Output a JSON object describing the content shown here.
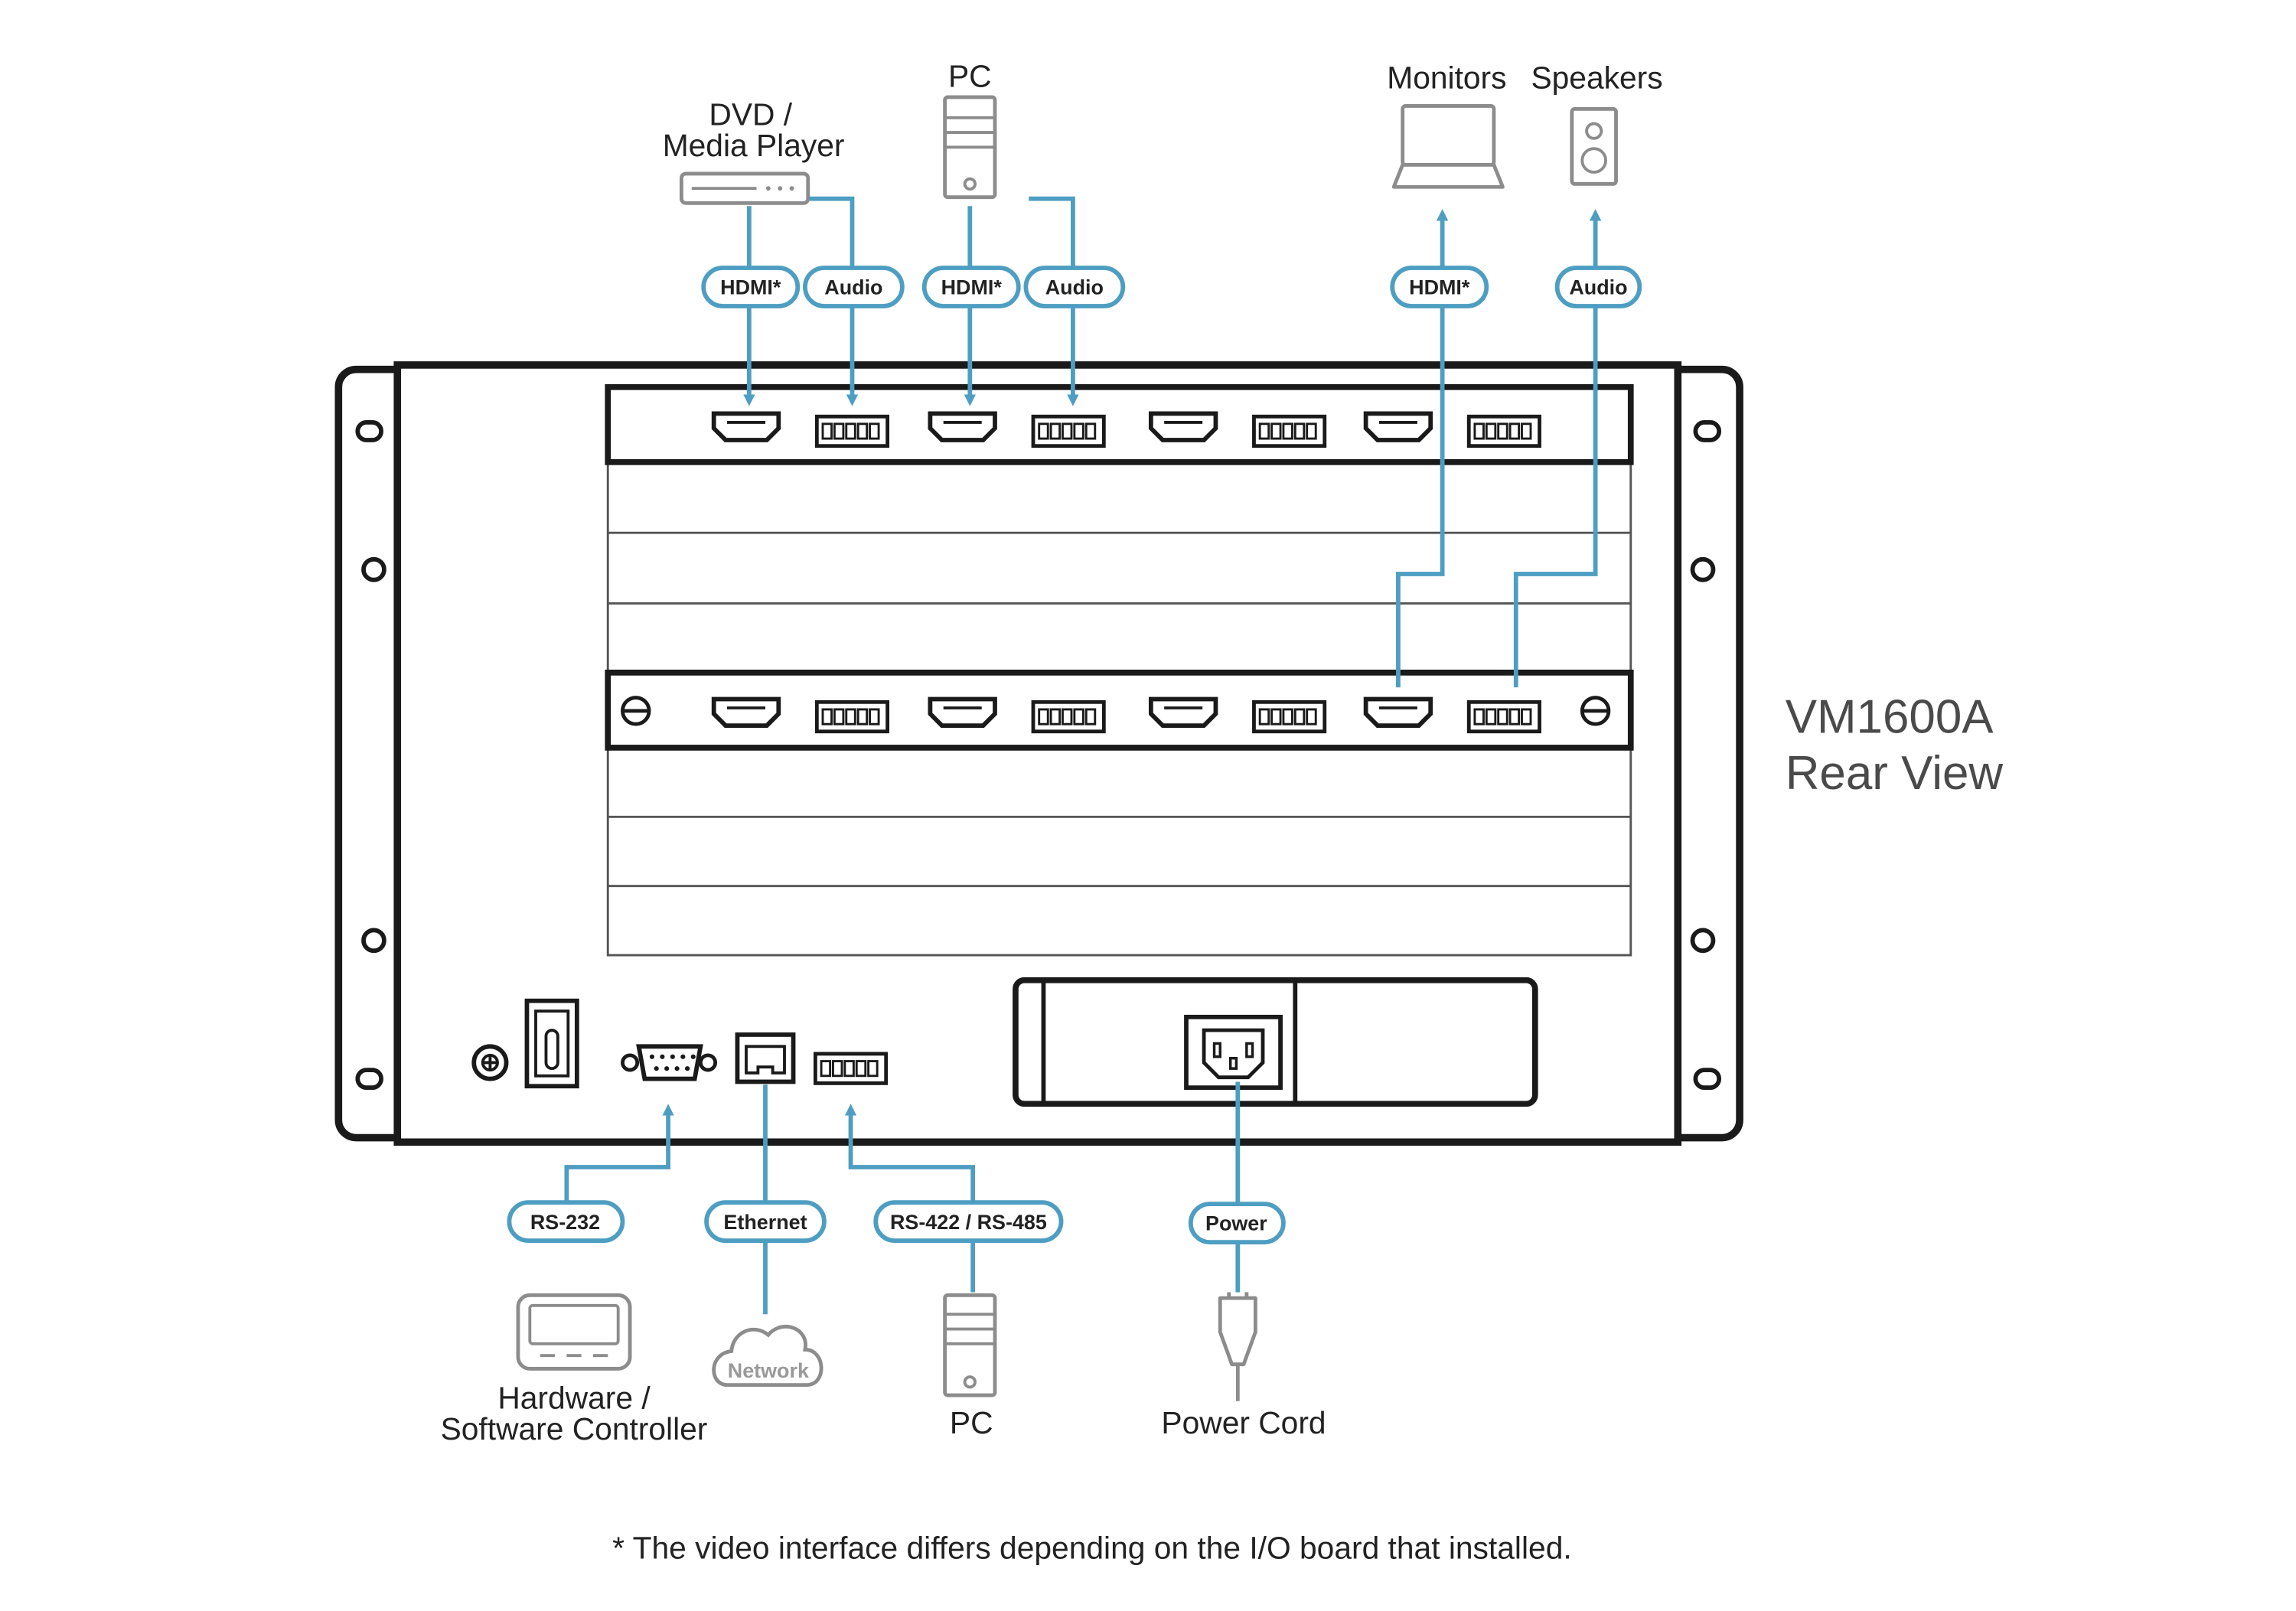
{
  "title": {
    "line1": "VM1600A",
    "line2": "Rear View"
  },
  "top_devices": {
    "dvd": {
      "line1": "DVD /",
      "line2": "Media Player"
    },
    "pc": "PC",
    "monitors": "Monitors",
    "speakers": "Speakers"
  },
  "top_connectors": {
    "dvd_hdmi": "HDMI*",
    "dvd_audio": "Audio",
    "pc_hdmi": "HDMI*",
    "pc_audio": "Audio",
    "monitors_hdmi": "HDMI*",
    "speakers_audio": "Audio"
  },
  "bottom_connectors": {
    "rs232": "RS-232",
    "ethernet": "Ethernet",
    "rs422": "RS-422 / RS-485",
    "power": "Power"
  },
  "bottom_devices": {
    "controller": {
      "line1": "Hardware /",
      "line2": "Software Controller"
    },
    "network": "Network",
    "pc": "PC",
    "power_cord": "Power Cord"
  },
  "footnote": "* The video interface differs depending on the I/O board that installed.",
  "colors": {
    "cable": "#4d9ec2",
    "outline": "#1a1a1a",
    "device": "#8c8c8c"
  }
}
